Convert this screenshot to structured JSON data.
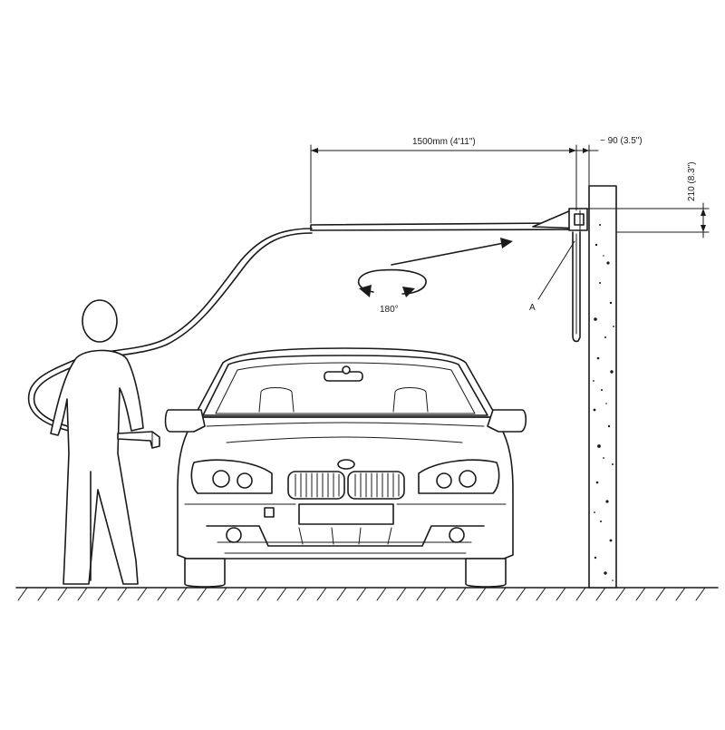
{
  "dimensions": {
    "boom_length": "1500mm (4'11\")",
    "wall_offset": "~ 90 (3.5\")",
    "bracket_height": "210 (8.3\")"
  },
  "labels": {
    "rotation": "180°",
    "part_a": "A"
  }
}
